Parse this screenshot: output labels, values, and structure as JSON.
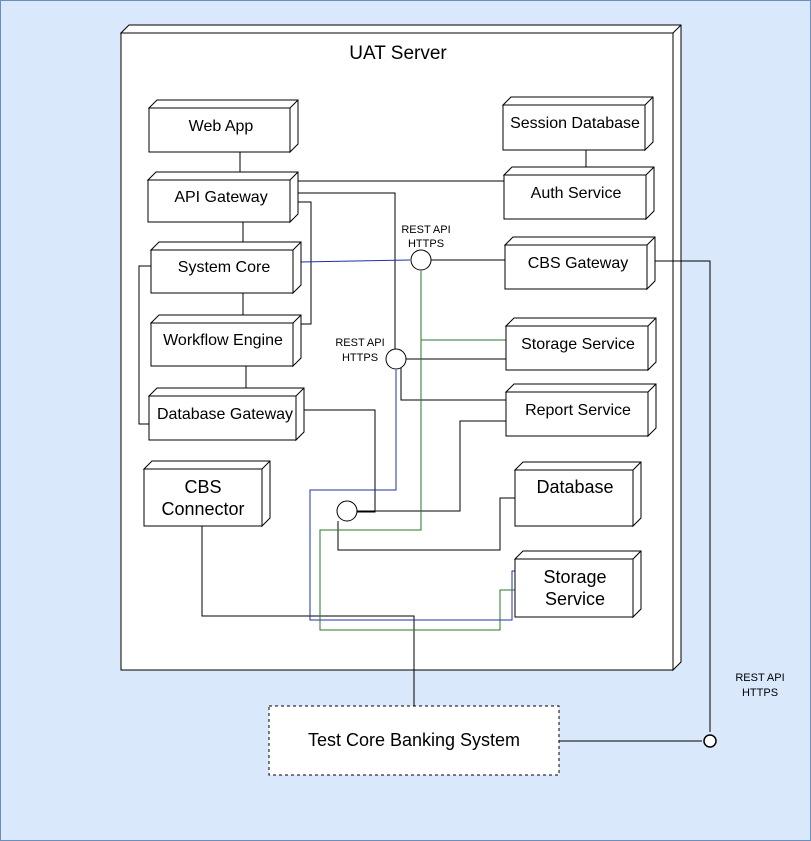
{
  "colors": {
    "background": "#dae8fc",
    "node_fill": "#ffffff",
    "stroke": "#000000",
    "blue_line": "#1f2fa8",
    "green_line": "#2a7a2a"
  },
  "diagram": {
    "server_title": "UAT Server",
    "nodes": {
      "web_app": "Web App",
      "session_db": "Session Database",
      "api_gateway": "API Gateway",
      "auth_service": "Auth Service",
      "system_core": "System Core",
      "cbs_gateway": "CBS Gateway",
      "workflow_engine": "Workflow Engine",
      "storage_service": "Storage Service",
      "report_service": "Report Service",
      "database_gateway": "Database Gateway",
      "cbs_connector_line1": "CBS",
      "cbs_connector_line2": "Connector",
      "database": "Database",
      "storage_service2_line1": "Storage",
      "storage_service2_line2": "Service",
      "test_core_banking": "Test Core Banking System"
    },
    "interface_labels": {
      "line1": "REST API",
      "line2": "HTTPS"
    }
  }
}
